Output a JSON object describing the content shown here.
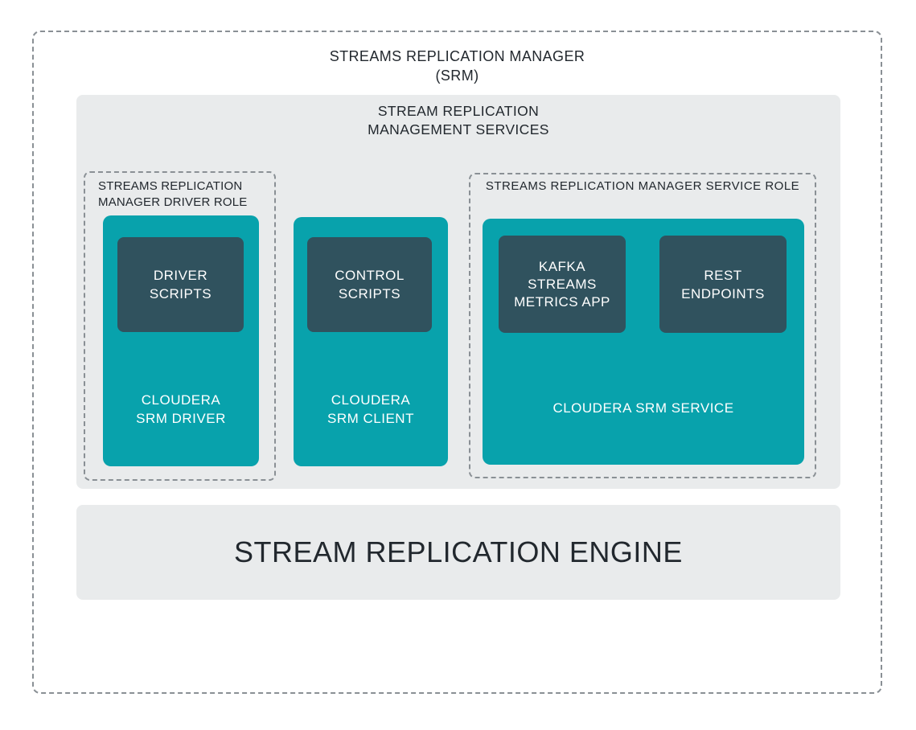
{
  "colors": {
    "teal": "#08A2AC",
    "slate": "#30525E",
    "panel": "#E9EBEC",
    "dash": "#8A9095",
    "text": "#22282E"
  },
  "title": {
    "line1": "STREAMS REPLICATION MANAGER",
    "line2": "(SRM)"
  },
  "services": {
    "title_line1": "STREAM REPLICATION",
    "title_line2": "MANAGEMENT SERVICES",
    "driver_role": {
      "label_line1": "STREAMS REPLICATION",
      "label_line2": "MANAGER DRIVER ROLE",
      "driver": {
        "name_line1": "CLOUDERA",
        "name_line2": "SRM DRIVER",
        "scripts_line1": "DRIVER",
        "scripts_line2": "SCRIPTS"
      }
    },
    "client": {
      "name_line1": "CLOUDERA",
      "name_line2": "SRM CLIENT",
      "scripts_line1": "CONTROL",
      "scripts_line2": "SCRIPTS"
    },
    "service_role": {
      "label": "STREAMS REPLICATION MANAGER SERVICE ROLE",
      "service": {
        "name": "CLOUDERA SRM SERVICE",
        "kafka_line1": "KAFKA",
        "kafka_line2": "STREAMS",
        "kafka_line3": "METRICS APP",
        "rest_line1": "REST",
        "rest_line2": "ENDPOINTS"
      }
    }
  },
  "engine": {
    "label": "STREAM REPLICATION ENGINE"
  }
}
